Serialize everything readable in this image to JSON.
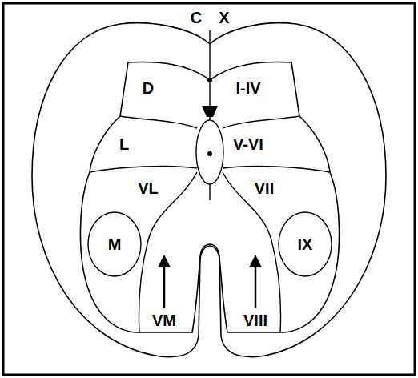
{
  "diagram": {
    "labels": [
      "C",
      "X",
      "D",
      "I-IV",
      "L",
      "V-VI",
      "VL",
      "VII",
      "M",
      "IX",
      "VM",
      "VIII"
    ]
  }
}
